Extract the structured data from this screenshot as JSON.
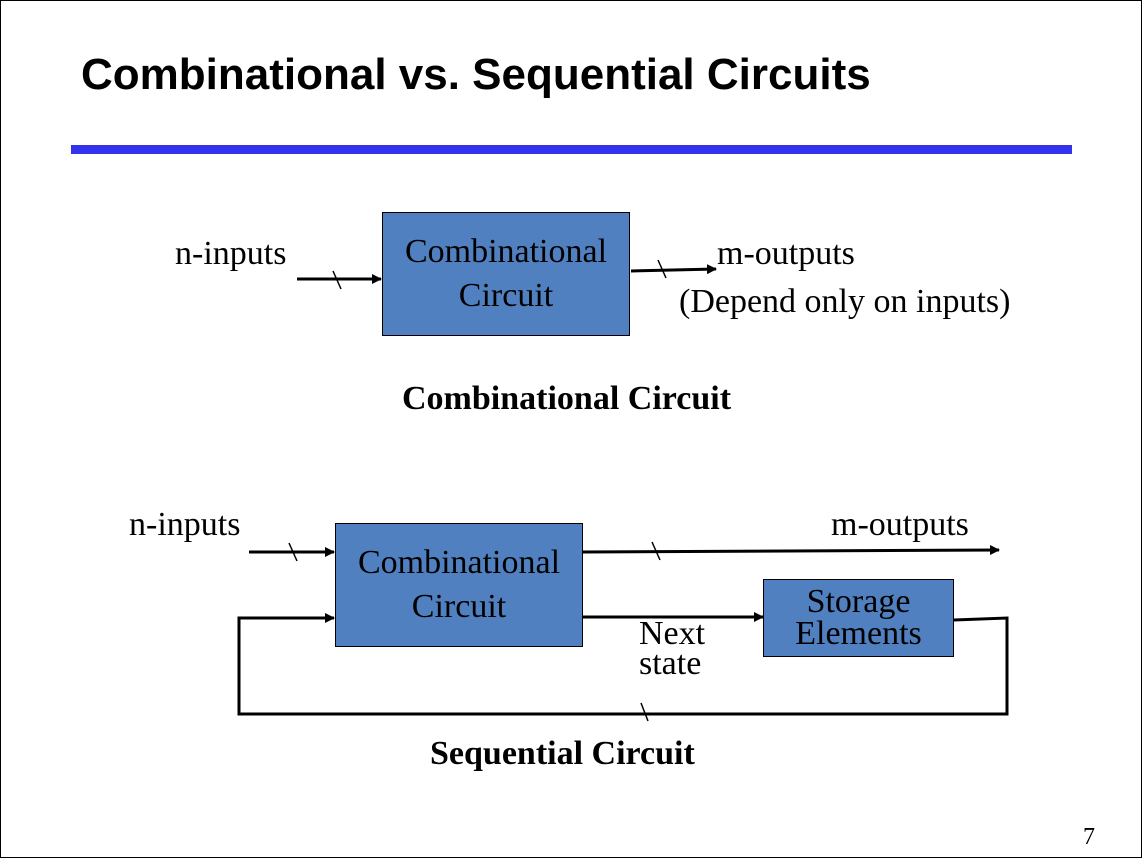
{
  "slide": {
    "title": "Combinational vs. Sequential Circuits",
    "page_number": "7",
    "colors": {
      "rule": "#3333ee",
      "box_fill": "#5080c0",
      "line": "#000000"
    }
  },
  "combinational": {
    "input_label": "n-inputs",
    "block_line1": "Combinational",
    "block_line2": "Circuit",
    "output_label": "m-outputs",
    "output_note": "(Depend only on inputs)",
    "caption": "Combinational Circuit"
  },
  "sequential": {
    "input_label": "n-inputs",
    "output_label": "m-outputs",
    "block_line1": "Combinational",
    "block_line2": "Circuit",
    "storage_line1": "Storage",
    "storage_line2": "Elements",
    "next_state_line1": "Next",
    "next_state_line2": "state",
    "caption": "Sequential Circuit"
  }
}
